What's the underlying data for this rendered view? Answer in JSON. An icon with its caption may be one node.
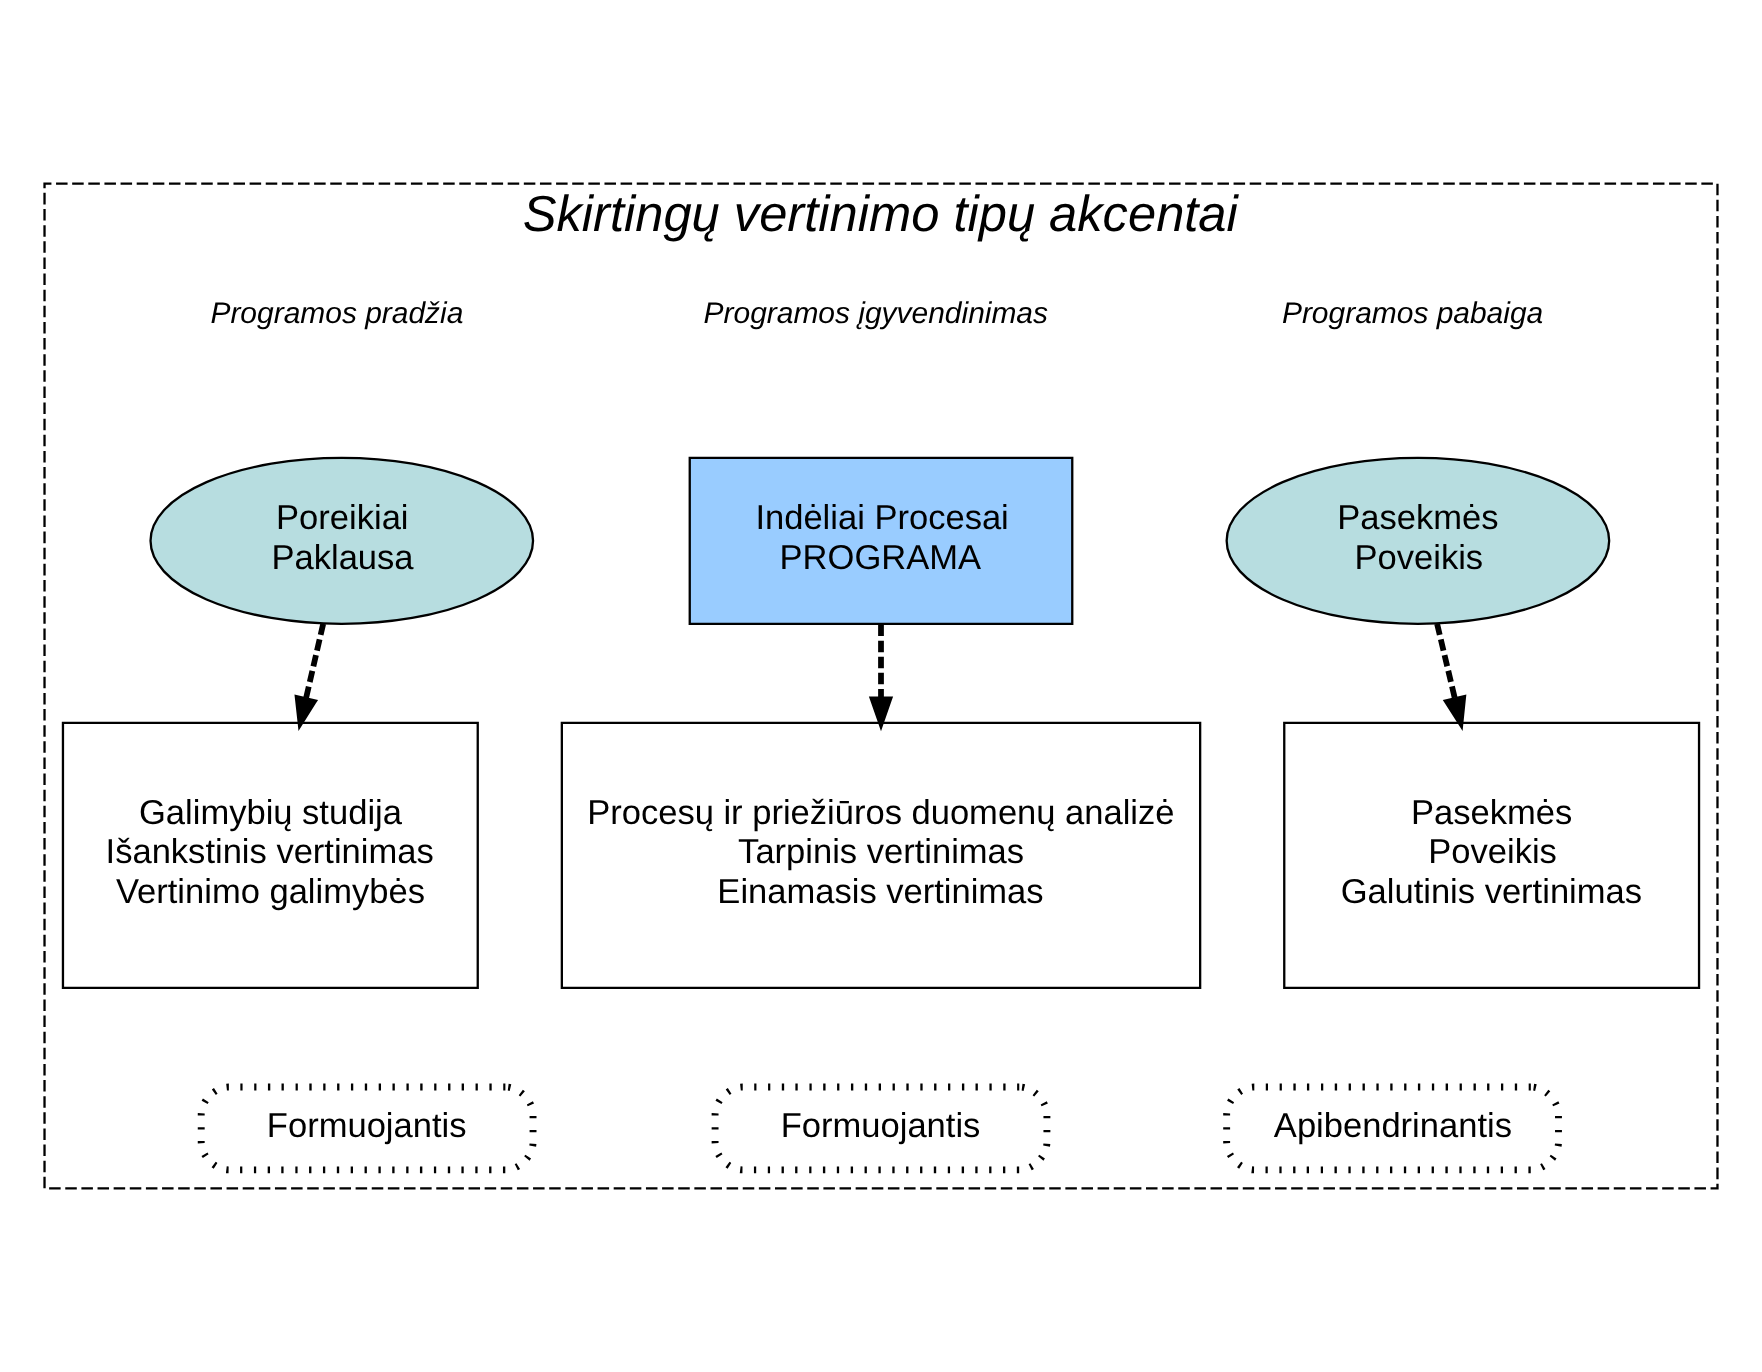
{
  "diagram": {
    "nodes": [
      {
        "text": [
          "Skirtingų vertinimo tipų akcentai"
        ]
      },
      {
        "text": [
          "Poreikiai",
          "Paklausa"
        ],
        "in": 0
      },
      {
        "text": [
          "Indėliai Procesai",
          "PROGRAMA"
        ],
        "in": 0
      },
      {
        "text": [
          "Pasekmės",
          "Poveikis"
        ],
        "in": 0
      },
      {
        "text": [
          "Galimybių studija",
          "Išankstinis vertinimas",
          "Vertinimo galimybės"
        ],
        "in": 0
      },
      {
        "text": [
          "Procesų ir priežiūros duomenų analizė",
          "Tarpinis vertinimas",
          "Einamasis vertinimas"
        ],
        "in": 0
      },
      {
        "text": [
          "Pasekmės",
          "Poveikis",
          "Galutinis vertinimas"
        ],
        "in": 0
      },
      {
        "text": [
          "Formuojantis"
        ],
        "in": 0
      },
      {
        "text": [
          "Formuojantis"
        ],
        "in": 0
      },
      {
        "text": [
          "Apibendrinantis"
        ],
        "in": 0
      }
    ],
    "edges": [
      {
        "from": 1,
        "to": 4,
        "arrow": "to",
        "style": "dashed"
      },
      {
        "from": 2,
        "to": 5,
        "arrow": "to",
        "style": "dashed"
      },
      {
        "from": 3,
        "to": 6,
        "arrow": "to",
        "style": "dashed"
      }
    ],
    "labels": [
      "Programos pradžia",
      "Programos įgyvendinimas",
      "Programos pabaiga"
    ]
  }
}
